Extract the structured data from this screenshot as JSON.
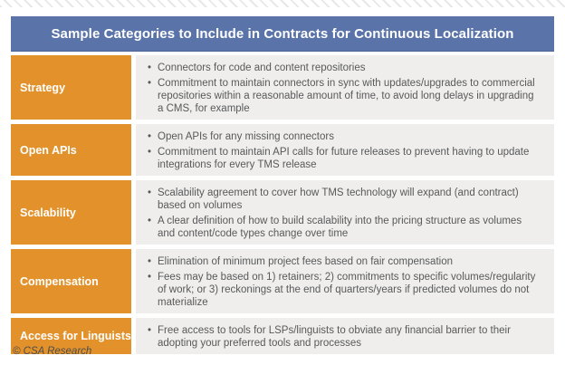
{
  "header": {
    "title": "Sample Categories to Include in Contracts for Continuous Localization"
  },
  "table": {
    "rows": [
      {
        "category": "Strategy",
        "bullets": [
          "Connectors for code and content repositories",
          "Commitment to maintain connectors in sync with updates/upgrades to commercial repositories within a reasonable amount of time, to avoid long delays in upgrading a CMS, for example"
        ]
      },
      {
        "category": "Open APIs",
        "bullets": [
          "Open APIs for any missing connectors",
          "Commitment to maintain API calls for future releases to prevent having to update integrations for every TMS release"
        ]
      },
      {
        "category": "Scalability",
        "bullets": [
          "Scalability agreement to cover how TMS technology will expand (and contract) based on volumes",
          "A clear definition of how to build scalability into the pricing structure as volumes and content/code types change over time"
        ]
      },
      {
        "category": "Compensation",
        "bullets": [
          "Elimination of minimum project fees based on fair compensation",
          "Fees may be based on 1) retainers; 2) commitments to specific volumes/regularity of work; or 3) reckonings at the end of quarters/years if predicted volumes do not materialize"
        ]
      },
      {
        "category": "Access for Linguists",
        "bullets": [
          "Free access to tools for LSPs/linguists to obviate any financial barrier to their adopting your preferred tools and processes"
        ]
      }
    ]
  },
  "footer": {
    "copyright": "© CSA Research"
  },
  "colors": {
    "header_bg": "#5a74a9",
    "header_text": "#ffffff",
    "category_bg": "#e3922b",
    "category_text": "#ffffff",
    "content_bg": "#efeeec",
    "body_text": "#58595b",
    "footer_text": "#4d4d4d",
    "stripe": "#e8e8e8"
  }
}
